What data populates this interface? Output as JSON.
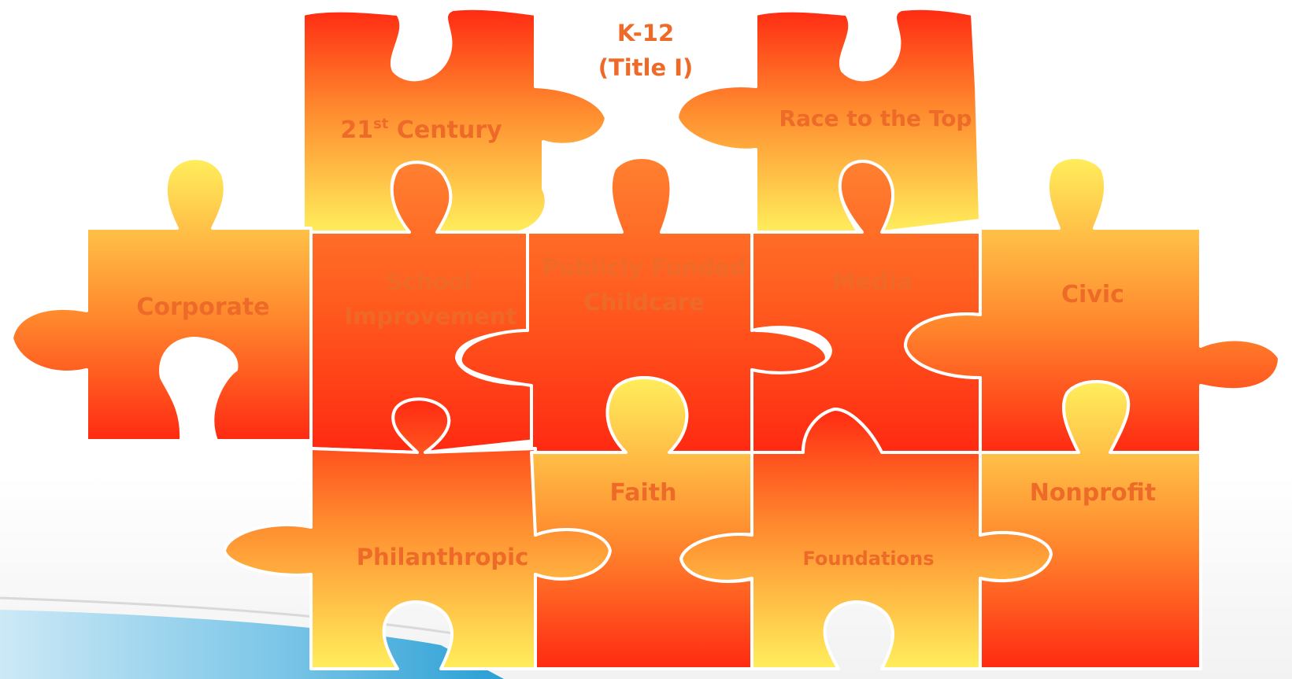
{
  "diagram": {
    "pieces": [
      {
        "id": "k12",
        "lines": [
          "K-12",
          "(Title I)"
        ]
      },
      {
        "id": "twentyfirst",
        "lines": [
          "21",
          "st",
          " Century"
        ]
      },
      {
        "id": "race",
        "lines": [
          "Race to the Top"
        ]
      },
      {
        "id": "corporate",
        "lines": [
          "Corporate"
        ]
      },
      {
        "id": "school",
        "lines": [
          "School",
          "Improvement"
        ]
      },
      {
        "id": "childcare",
        "lines": [
          "Publicly Funded",
          "Childcare"
        ]
      },
      {
        "id": "media",
        "lines": [
          "Media"
        ]
      },
      {
        "id": "civic",
        "lines": [
          "Civic"
        ]
      },
      {
        "id": "philanthropic",
        "lines": [
          "Philanthropic"
        ]
      },
      {
        "id": "faith",
        "lines": [
          "Faith"
        ]
      },
      {
        "id": "foundations",
        "lines": [
          "Foundations"
        ]
      },
      {
        "id": "nonprofit",
        "lines": [
          "Nonprofit"
        ]
      }
    ],
    "colors": {
      "red": "#ff2a12",
      "orange": "#ff7f2a",
      "yellow": "#ffe95a",
      "label": "#ee6a28",
      "swoosh_light": "#cde9f6",
      "swoosh_dark": "#2a9fd4"
    }
  }
}
